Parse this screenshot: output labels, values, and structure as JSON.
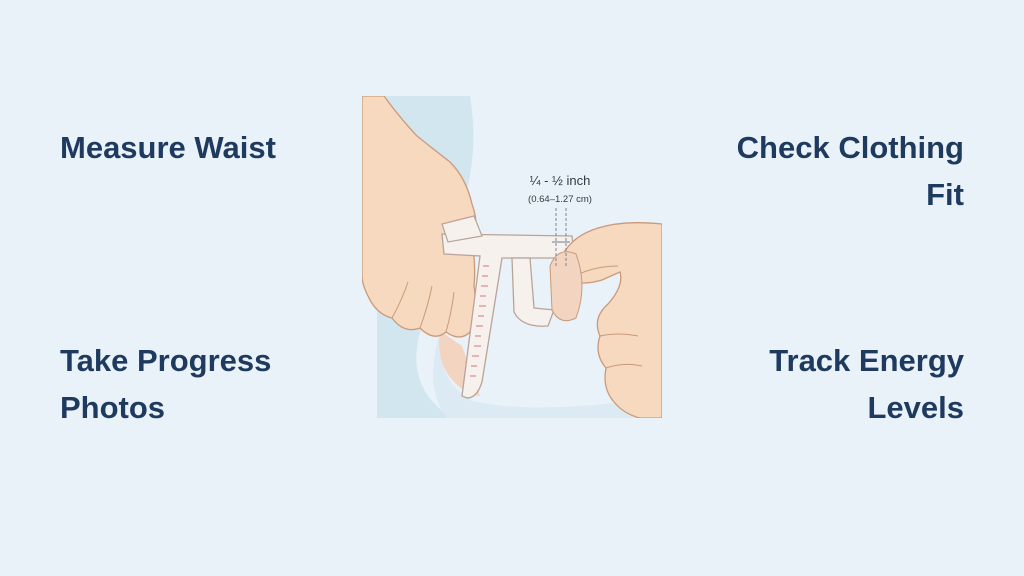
{
  "labels": {
    "top_left": "Measure Waist",
    "top_right": "Check Clothing Fit",
    "bottom_left": "Take Progress Photos",
    "bottom_right": "Track Energy Levels"
  },
  "illustration": {
    "subject": "skinfold caliper measurement",
    "measure_label": "¼ - ½ inch",
    "measure_sublabel": "(0.64–1.27 cm)"
  },
  "colors": {
    "background": "#e9f2f8",
    "text": "#1f3a5f",
    "skin": "#f6d9bf",
    "caliper": "#f7f1ee"
  }
}
